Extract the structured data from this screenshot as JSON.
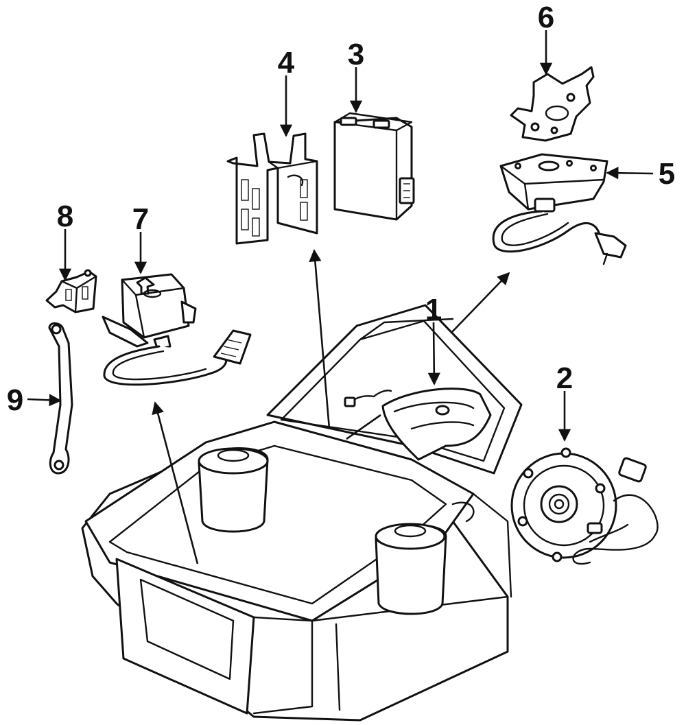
{
  "callouts": {
    "c1": "1",
    "c2": "2",
    "c3": "3",
    "c4": "4",
    "c5": "5",
    "c6": "6",
    "c7": "7",
    "c8": "8",
    "c9": "9"
  },
  "colors": {
    "ink": "#111111",
    "background": "#ffffff"
  }
}
